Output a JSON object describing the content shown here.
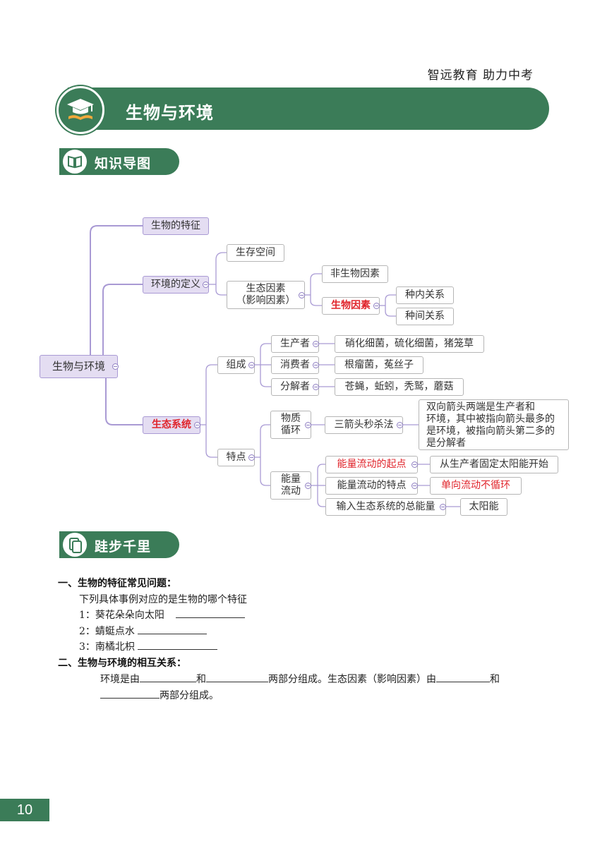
{
  "header": {
    "brand": "智远教育 助力中考",
    "title": "生物与环境"
  },
  "sections": {
    "mindmap": "知识导图",
    "practice": "跬步千里"
  },
  "colors": {
    "accent": "#3b7c58",
    "node_purple": "#e4ddf2",
    "highlight_red": "#e0242b"
  },
  "icons": {
    "title": "graduation-cap-book-icon",
    "mindmap": "open-book-icon",
    "practice": "stacked-pages-icon"
  },
  "mindmap": {
    "root": "生物与环境",
    "b1": "生物的特征",
    "b2": "环境的定义",
    "b2_space": "生存空间",
    "b2_factor_1": "生态因素",
    "b2_factor_2": "（影响因素）",
    "b2_nonbio": "非生物因素",
    "b2_bio": "生物因素",
    "b2_intra": "种内关系",
    "b2_inter": "种间关系",
    "b3": "生态系统",
    "comp": "组成",
    "producer": "生产者",
    "producer_ex": "硝化细菌，硫化细菌，猪笼草",
    "consumer": "消费者",
    "consumer_ex": "根瘤菌，菟丝子",
    "decomposer": "分解者",
    "decomposer_ex": "苍蝇，蚯蚓，秃鹫，蘑菇",
    "feat": "特点",
    "matter_1": "物质",
    "matter_2": "循环",
    "trick": "三箭头秒杀法",
    "trick_note_1": "双向箭头两端是生产者和",
    "trick_note_2": "环境，其中被指向箭头最多的",
    "trick_note_3": "是环境，被指向箭头第二多的",
    "trick_note_4": "是分解者",
    "energy_1": "能量",
    "energy_2": "流动",
    "e_start": "能量流动的起点",
    "e_start_ans": "从生产者固定太阳能开始",
    "e_feat": "能量流动的特点",
    "e_feat_ans": "单向流动不循环",
    "e_total": "输入生态系统的总能量",
    "e_total_ans": "太阳能"
  },
  "questions": {
    "q1_title": "一、生物的特征常见问题：",
    "q1_intro": "下列具体事例对应的是生物的哪个特征",
    "q1_items": [
      "1：葵花朵朵向太阳",
      "2：蜻蜓点水",
      "3：南橘北枳"
    ],
    "q2_title": "二、生物与环境的相互关系：",
    "q2_p1": "环境是由",
    "q2_p2": "和",
    "q2_p3": "两部分组成。生态因素（影响因素）由",
    "q2_p4": "和",
    "q2_p5": "两部分组成。"
  },
  "page_number": "10"
}
